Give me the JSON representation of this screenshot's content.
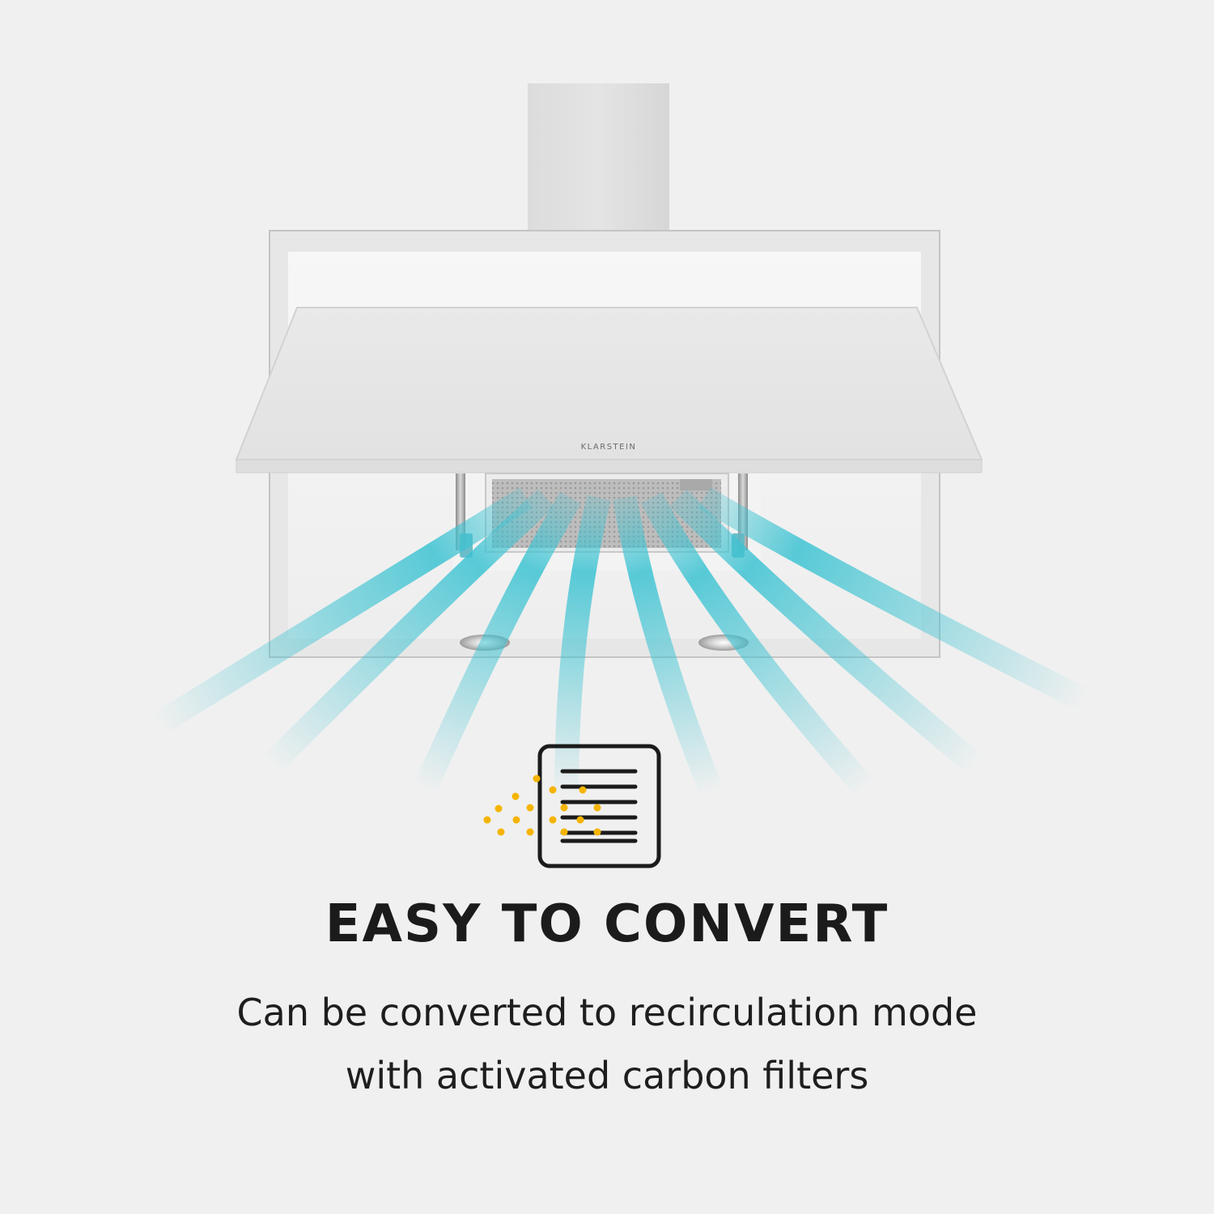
{
  "product": {
    "brand_label": "KLARSTEIN"
  },
  "feature": {
    "title": "EASY TO CONVERT",
    "description_line1": "Can be converted to recirculation mode",
    "description_line2": "with activated carbon filters"
  },
  "icon": {
    "name": "carbon-filter-icon",
    "particle_color": "#f5b400",
    "frame_color": "#1b1b1b"
  },
  "colors": {
    "background": "#f0f0f0",
    "airflow": "#3cc3d2",
    "text": "#1b1b1b"
  }
}
